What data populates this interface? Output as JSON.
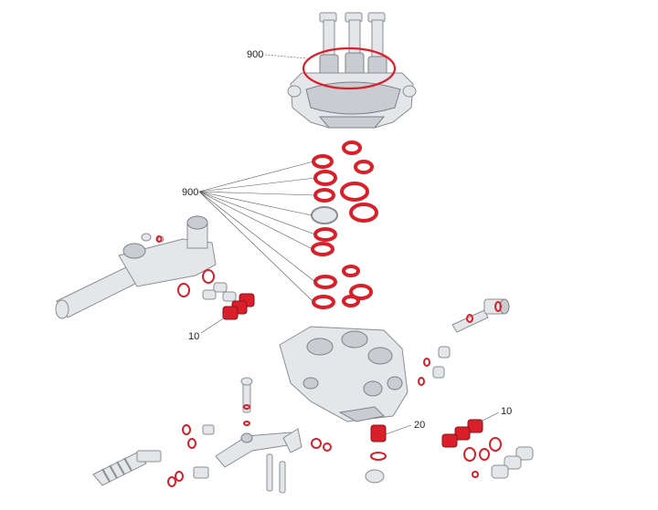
{
  "callouts": {
    "c900_top": "900",
    "c900_mid": "900",
    "c10_left": "10",
    "c20": "20",
    "c10_right": "10"
  },
  "colors": {
    "seal": "#d9202a",
    "metal": "#e4e6ea",
    "outline": "#8a8d92"
  }
}
